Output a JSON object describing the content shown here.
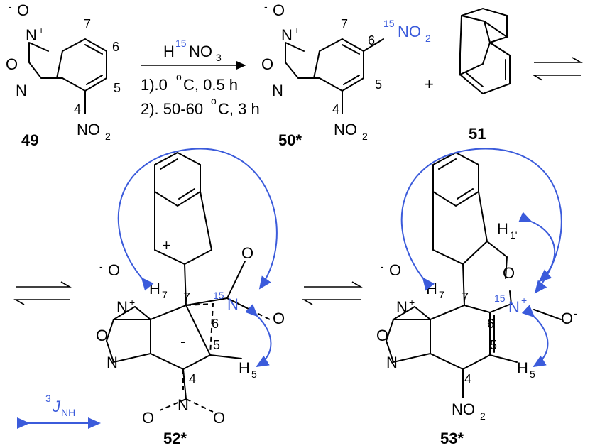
{
  "reagents": {
    "acid_mass": "15",
    "acid_prefix": "H",
    "acid_rest": "NO",
    "acid_sub": "3",
    "step1": "1).0 ",
    "step1_unit": "o",
    "step1_rest": "C, 0.5 h",
    "step2": "2). 50-60 ",
    "step2_unit": "o",
    "step2_rest": "C, 3 h"
  },
  "compounds": {
    "c49": "49",
    "c50": "50*",
    "c51": "51",
    "c52": "52*",
    "c53": "53*"
  },
  "atoms": {
    "n_plus": "N",
    "plus": "+",
    "o_minus": "-",
    "o": "O",
    "n": "N",
    "no2_n": "NO",
    "sub2": "2",
    "minus": "-",
    "h": "H",
    "sub_h5": "5",
    "sub_h7": "7",
    "sub_h1": "1'",
    "n15_mass": "15",
    "plus_sign": "+"
  },
  "numbers": {
    "n4": "4",
    "n5": "5",
    "n6": "6",
    "n7": "7"
  },
  "legend": {
    "coupling_sup": "3",
    "coupling_j": "J",
    "coupling_sub": "NH"
  },
  "colors": {
    "blue": "#3b5bdb",
    "black": "#000000"
  }
}
